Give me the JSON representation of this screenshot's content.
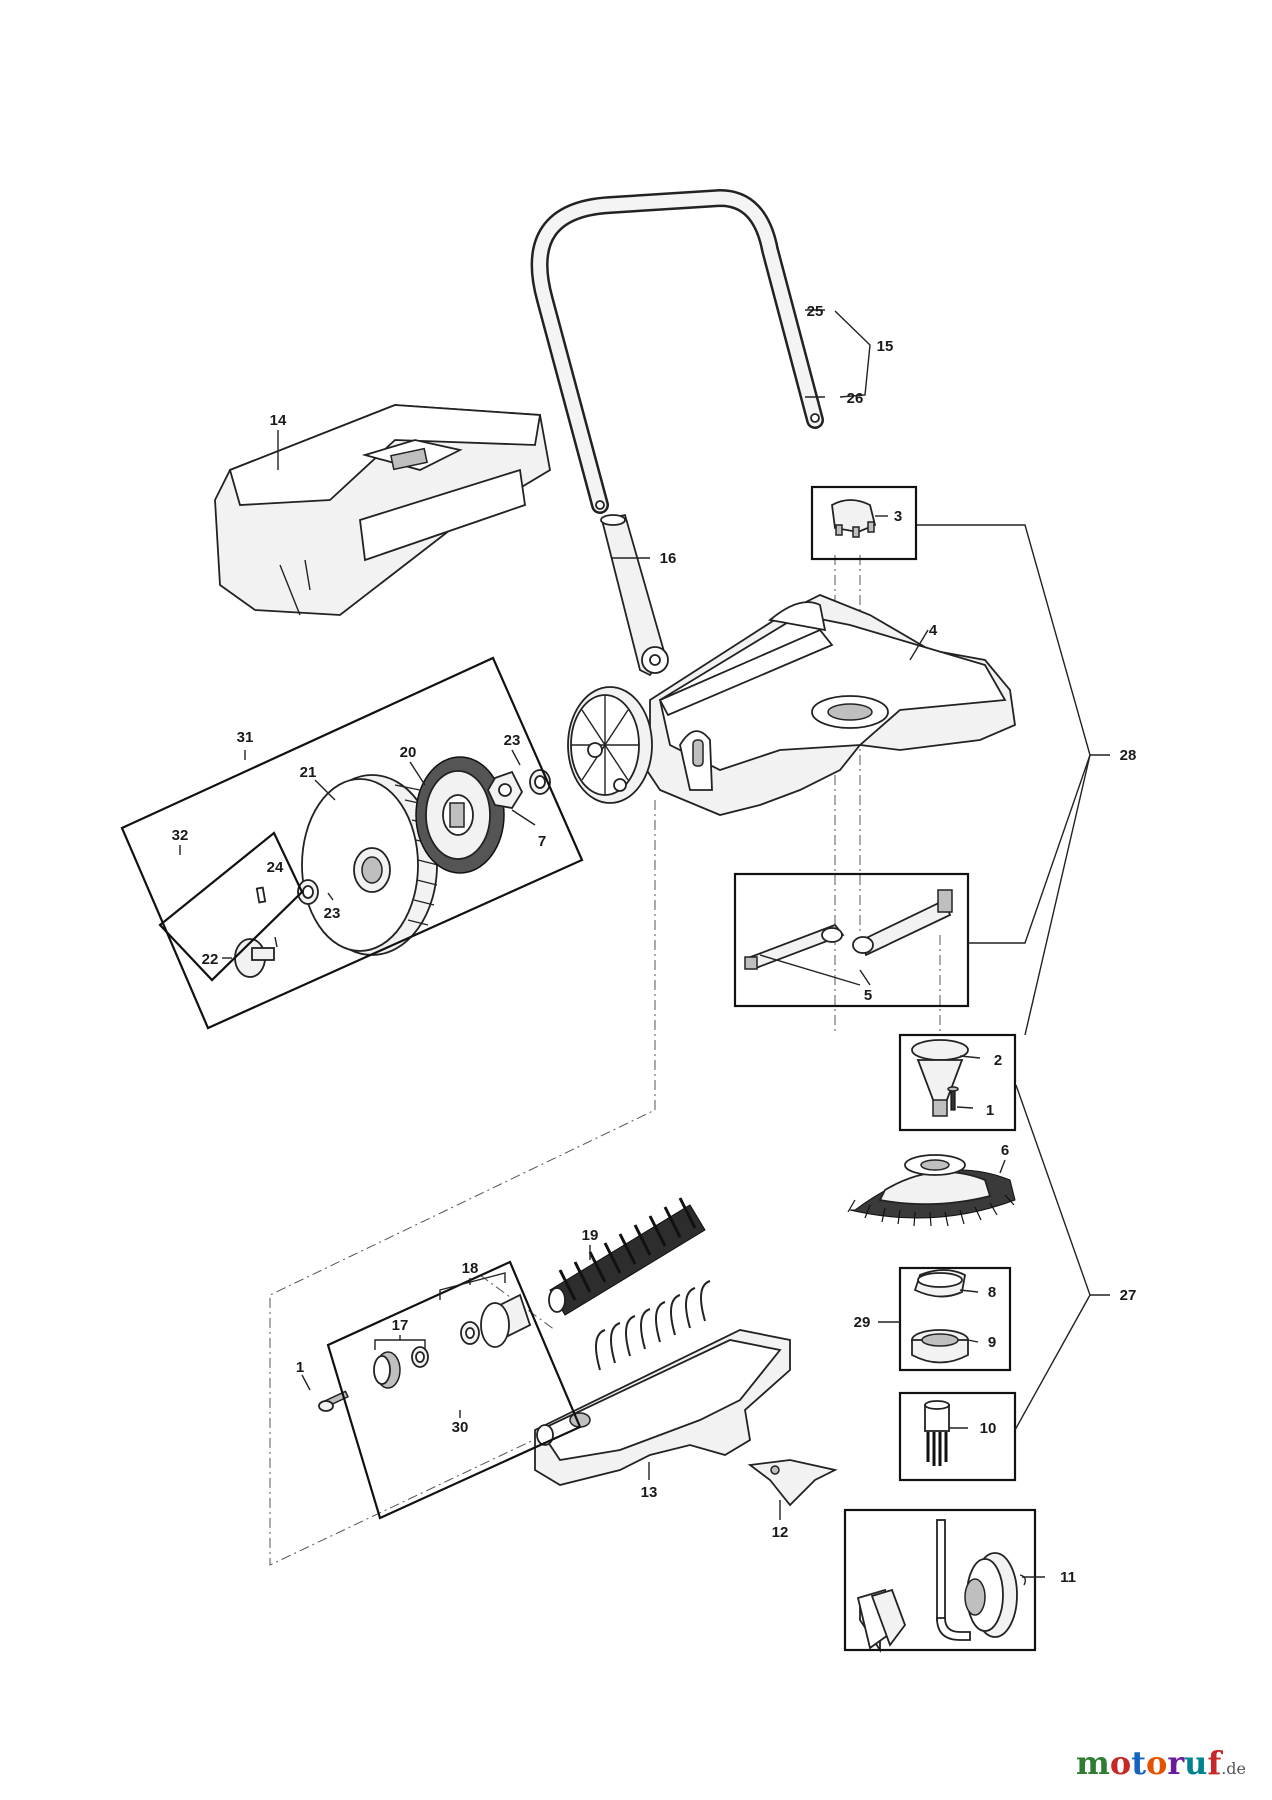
{
  "diagram": {
    "labels": {
      "l1a": "1",
      "l1b": "1",
      "l2": "2",
      "l3": "3",
      "l4": "4",
      "l5": "5",
      "l6": "6",
      "l7": "7",
      "l8": "8",
      "l9": "9",
      "l10": "10",
      "l11": "11",
      "l12": "12",
      "l13": "13",
      "l14": "14",
      "l15": "15",
      "l16": "16",
      "l17": "17",
      "l18": "18",
      "l19": "19",
      "l20": "20",
      "l21": "21",
      "l22": "22",
      "l23a": "23",
      "l23b": "23",
      "l24": "24",
      "l25": "25",
      "l26": "26",
      "l27": "27",
      "l28": "28",
      "l29": "29",
      "l30": "30",
      "l31": "31",
      "l32": "32"
    }
  },
  "watermark": {
    "letters": [
      "m",
      "o",
      "t",
      "o",
      "r",
      "u",
      "f"
    ],
    "colors": [
      "#2e7d32",
      "#c62828",
      "#1565c0",
      "#e65100",
      "#6a1b9a",
      "#00838f",
      "#c62828"
    ],
    "tld": ".de"
  }
}
